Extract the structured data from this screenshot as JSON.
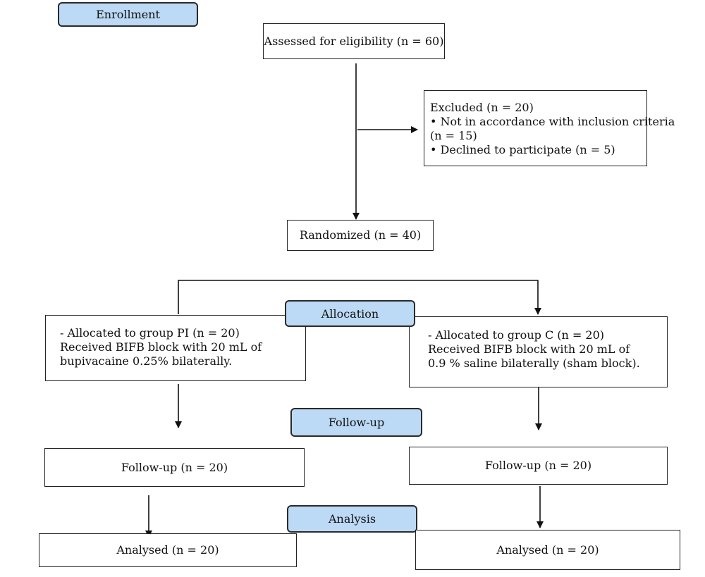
{
  "stages": {
    "enrollment": "Enrollment",
    "allocation": "Allocation",
    "followup": "Follow-up",
    "analysis": "Analysis"
  },
  "boxes": {
    "assessed": "Assessed for eligibility (n = 60)",
    "excluded": {
      "title": "Excluded (n = 20)",
      "line1": "• Not in accordance with inclusion criteria",
      "line2": "(n = 15)",
      "line3": "• Declined to participate (n = 5)"
    },
    "randomized": "Randomized (n = 40)",
    "group_pi": {
      "line1": "- Allocated to group PI (n = 20)",
      "line2": "Received BIFB block with 20 mL of",
      "line3": "bupivacaine 0.25% bilaterally."
    },
    "group_c": {
      "line1": "- Allocated to group C (n = 20)",
      "line2": "Received BIFB block with 20 mL of",
      "line3": "0.9 % saline bilaterally (sham block)."
    },
    "followup_left": "Follow-up (n = 20)",
    "followup_right": "Follow-up (n = 20)",
    "analysed_left": "Analysed (n = 20)",
    "analysed_right": "Analysed (n = 20)"
  }
}
